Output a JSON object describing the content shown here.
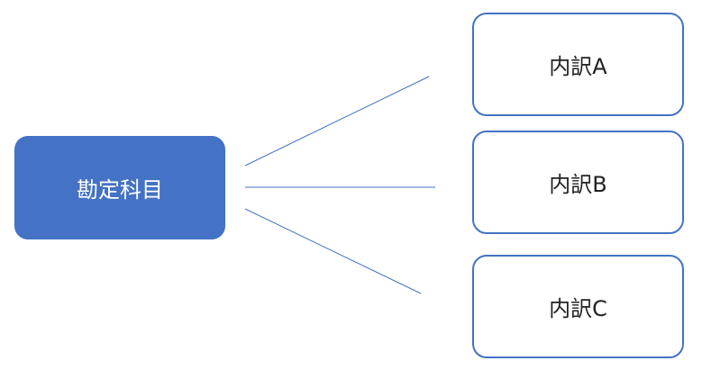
{
  "diagram": {
    "root": {
      "label": "勘定科目"
    },
    "children": [
      {
        "label": "内訳A"
      },
      {
        "label": "内訳B"
      },
      {
        "label": "内訳C"
      }
    ],
    "colors": {
      "root_fill": "#4472C4",
      "child_border": "#4472C4",
      "connector": "#4472C4"
    }
  }
}
